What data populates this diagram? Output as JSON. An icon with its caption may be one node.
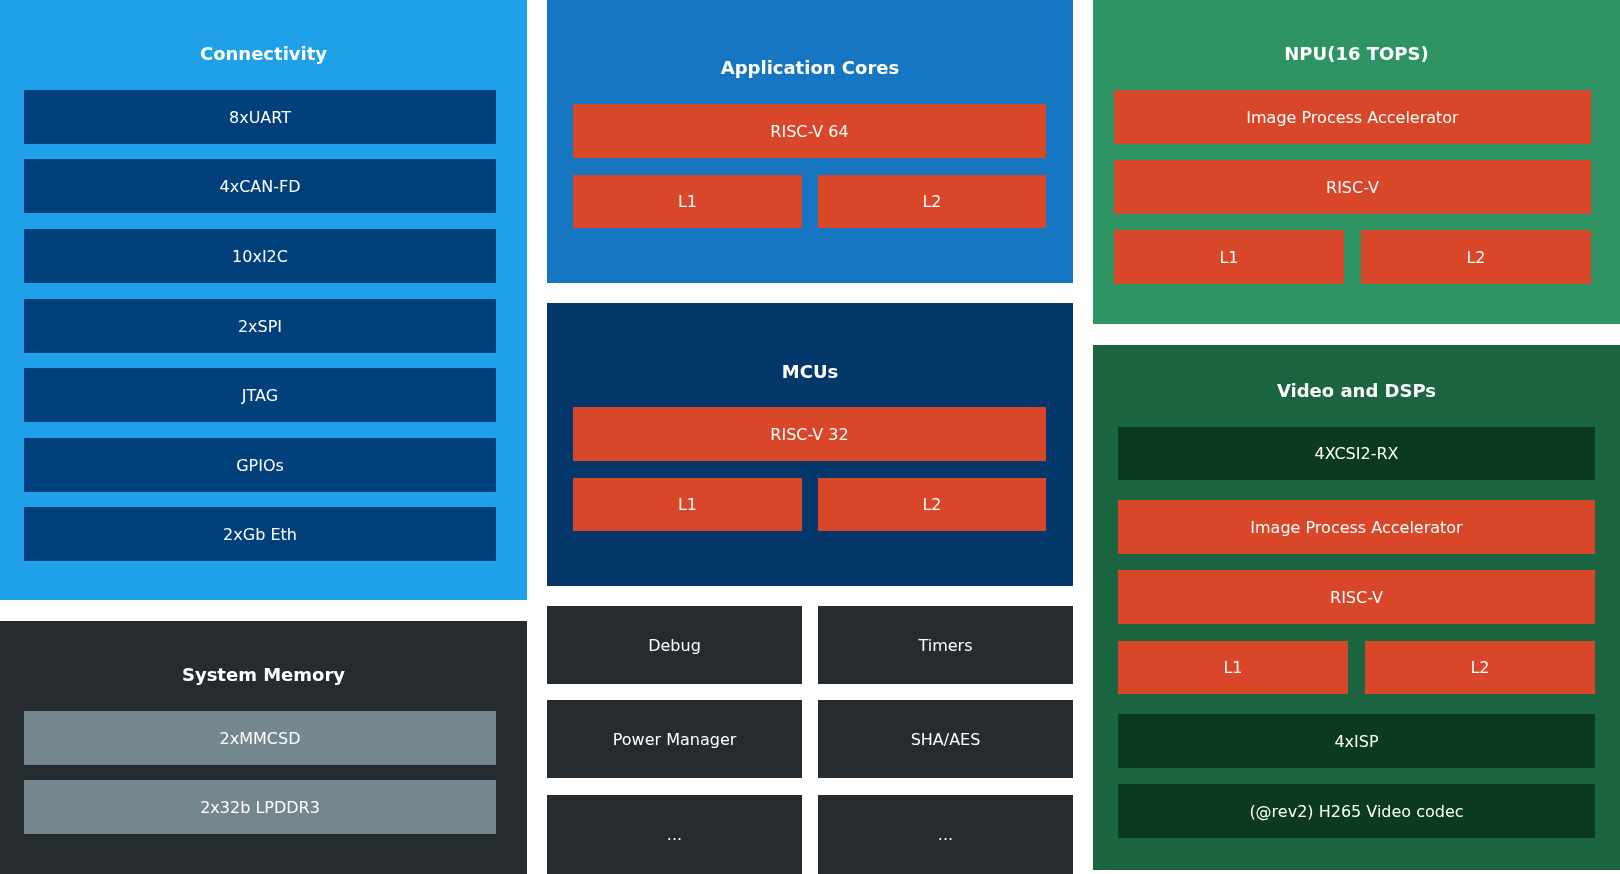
{
  "diagram": {
    "nodes": [
      {
        "text": [
          "Connectivity"
        ]
      },
      {
        "text": [
          "8xUART"
        ],
        "in": 0
      },
      {
        "text": [
          "4xCAN-FD"
        ],
        "in": 0
      },
      {
        "text": [
          "10xI2C"
        ],
        "in": 0
      },
      {
        "text": [
          "2xSPI"
        ],
        "in": 0
      },
      {
        "text": [
          "JTAG"
        ],
        "in": 0
      },
      {
        "text": [
          "GPIOs"
        ],
        "in": 0
      },
      {
        "text": [
          "2xGb Eth"
        ],
        "in": 0
      },
      {
        "text": [
          "Application Cores"
        ]
      },
      {
        "text": [
          "RISC-V 64"
        ],
        "in": 8
      },
      {
        "text": [
          "L1"
        ],
        "in": 8
      },
      {
        "text": [
          "L2"
        ],
        "in": 8
      },
      {
        "text": [
          "NPU(16 TOPS)"
        ]
      },
      {
        "text": [
          "Image Process Accelerator"
        ],
        "in": 12
      },
      {
        "text": [
          "RISC-V"
        ],
        "in": 12
      },
      {
        "text": [
          "L1"
        ],
        "in": 12
      },
      {
        "text": [
          "L2"
        ],
        "in": 12
      },
      {
        "text": [
          "MCUs"
        ]
      },
      {
        "text": [
          "RISC-V 32"
        ],
        "in": 17
      },
      {
        "text": [
          "L1"
        ],
        "in": 17
      },
      {
        "text": [
          "L2"
        ],
        "in": 17
      },
      {
        "text": [
          "System Memory"
        ]
      },
      {
        "text": [
          "2xMMCSD"
        ],
        "in": 21
      },
      {
        "text": [
          "2x32b LPDDR3"
        ],
        "in": 21
      },
      {
        "text": [
          "Debug"
        ]
      },
      {
        "text": [
          "Timers"
        ]
      },
      {
        "text": [
          "Power Manager"
        ]
      },
      {
        "text": [
          "SHA/AES"
        ]
      },
      {
        "text": [
          "..."
        ]
      },
      {
        "text": [
          "..."
        ]
      },
      {
        "text": [
          "Video and DSPs"
        ]
      },
      {
        "text": [
          "4XCSI2-RX"
        ],
        "in": 30
      },
      {
        "text": [
          "Image Process Accelerator"
        ],
        "in": 30
      },
      {
        "text": [
          "RISC-V"
        ],
        "in": 30
      },
      {
        "text": [
          "L1"
        ],
        "in": 30
      },
      {
        "text": [
          "L2"
        ],
        "in": 30
      },
      {
        "text": [
          "4xISP"
        ],
        "in": 30
      },
      {
        "text": [
          "(@rev2) H265 Video codec"
        ],
        "in": 30
      }
    ]
  }
}
